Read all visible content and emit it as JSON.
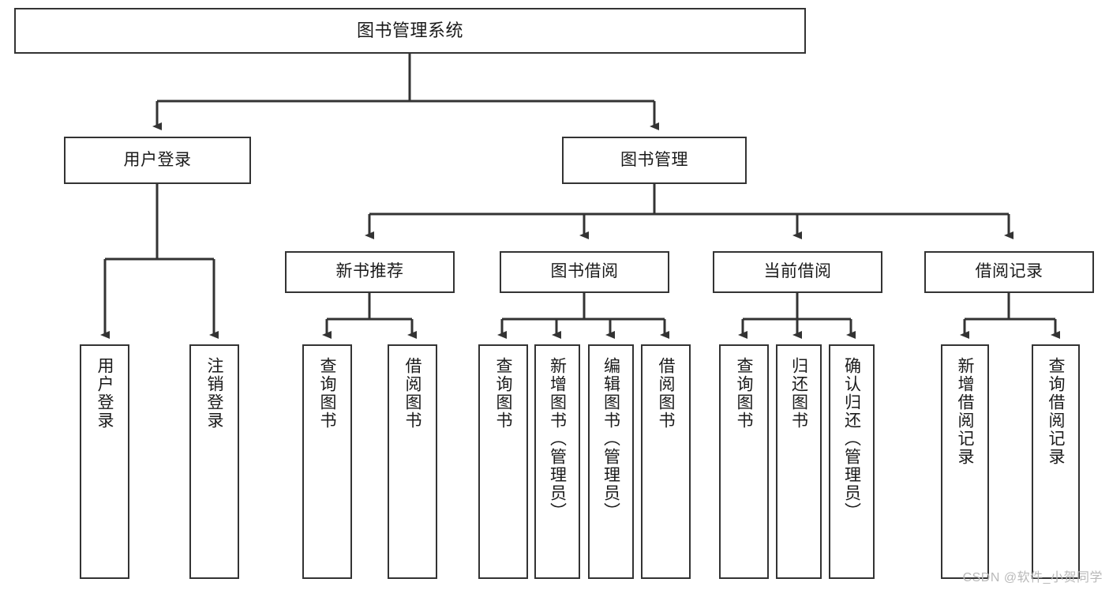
{
  "diagram": {
    "type": "hierarchy-tree",
    "title": "图书管理系统",
    "watermark": "CSDN @软件_小贺同学",
    "colors": {
      "box_border": "#333333",
      "box_fill": "#ffffff",
      "connector": "#333333",
      "text": "#1a1a1a",
      "watermark": "#b9b9b9"
    },
    "levels": {
      "level1": [
        {
          "id": "root",
          "label": "图书管理系统"
        }
      ],
      "level2": [
        {
          "id": "user-login",
          "label": "用户登录"
        },
        {
          "id": "book-manage",
          "label": "图书管理"
        }
      ],
      "level3": [
        {
          "id": "new-book-rec",
          "label": "新书推荐",
          "parent": "book-manage"
        },
        {
          "id": "book-borrow",
          "label": "图书借阅",
          "parent": "book-manage"
        },
        {
          "id": "current-borrow",
          "label": "当前借阅",
          "parent": "book-manage"
        },
        {
          "id": "borrow-record",
          "label": "借阅记录",
          "parent": "book-manage"
        }
      ],
      "level4": [
        {
          "id": "leaf-user-login",
          "label": "用户登录",
          "parent": "user-login"
        },
        {
          "id": "leaf-logout",
          "label": "注销登录",
          "parent": "user-login"
        },
        {
          "id": "leaf-query-book-1",
          "label": "查询图书",
          "parent": "new-book-rec"
        },
        {
          "id": "leaf-borrow-book-1",
          "label": "借阅图书",
          "parent": "new-book-rec"
        },
        {
          "id": "leaf-query-book-2",
          "label": "查询图书",
          "parent": "book-borrow"
        },
        {
          "id": "leaf-add-book",
          "label": "新增图书（管理员）",
          "parent": "book-borrow"
        },
        {
          "id": "leaf-edit-book",
          "label": "编辑图书（管理员）",
          "parent": "book-borrow"
        },
        {
          "id": "leaf-borrow-book-2",
          "label": "借阅图书",
          "parent": "book-borrow"
        },
        {
          "id": "leaf-query-book-3",
          "label": "查询图书",
          "parent": "current-borrow"
        },
        {
          "id": "leaf-return-book",
          "label": "归还图书",
          "parent": "current-borrow"
        },
        {
          "id": "leaf-confirm-return",
          "label": "确认归还（管理员）",
          "parent": "current-borrow"
        },
        {
          "id": "leaf-add-record",
          "label": "新增借阅记录",
          "parent": "borrow-record"
        },
        {
          "id": "leaf-query-record",
          "label": "查询借阅记录",
          "parent": "borrow-record"
        }
      ]
    }
  }
}
